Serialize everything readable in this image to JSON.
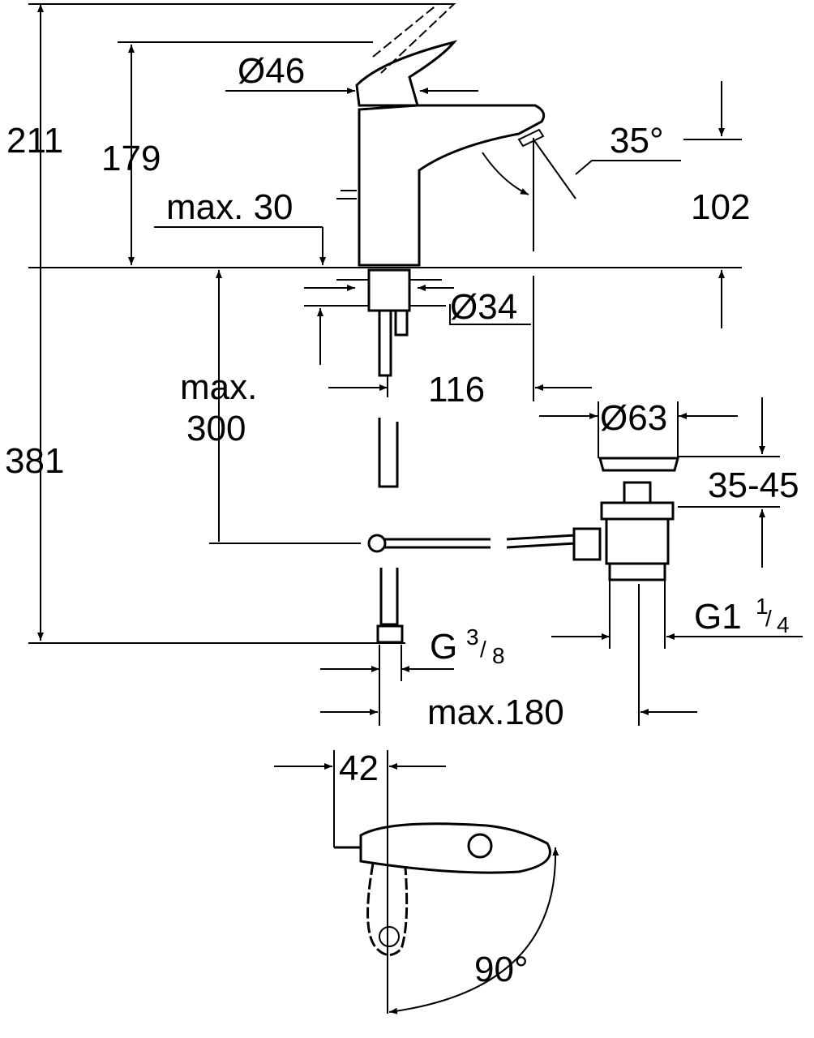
{
  "drawing": {
    "dimensions": {
      "total_height": "211",
      "spout_height": "179",
      "lever_diameter": "Ø46",
      "max_deck": "max. 30",
      "spout_angle": "35°",
      "outlet_height": "102",
      "shank_diameter": "Ø34",
      "max_300_a": "max.",
      "max_300_b": "300",
      "below_deck": "381",
      "projection": "116",
      "waste_diameter": "Ø63",
      "waste_range": "35-45",
      "waste_thread": "G1",
      "waste_thread_frac_num": "1",
      "waste_thread_frac_den": "4",
      "supply_thread": "G",
      "supply_thread_frac_num": "3",
      "supply_thread_frac_den": "8",
      "max_180": "max.180",
      "lever_offset": "42",
      "lever_rotation": "90°"
    }
  }
}
